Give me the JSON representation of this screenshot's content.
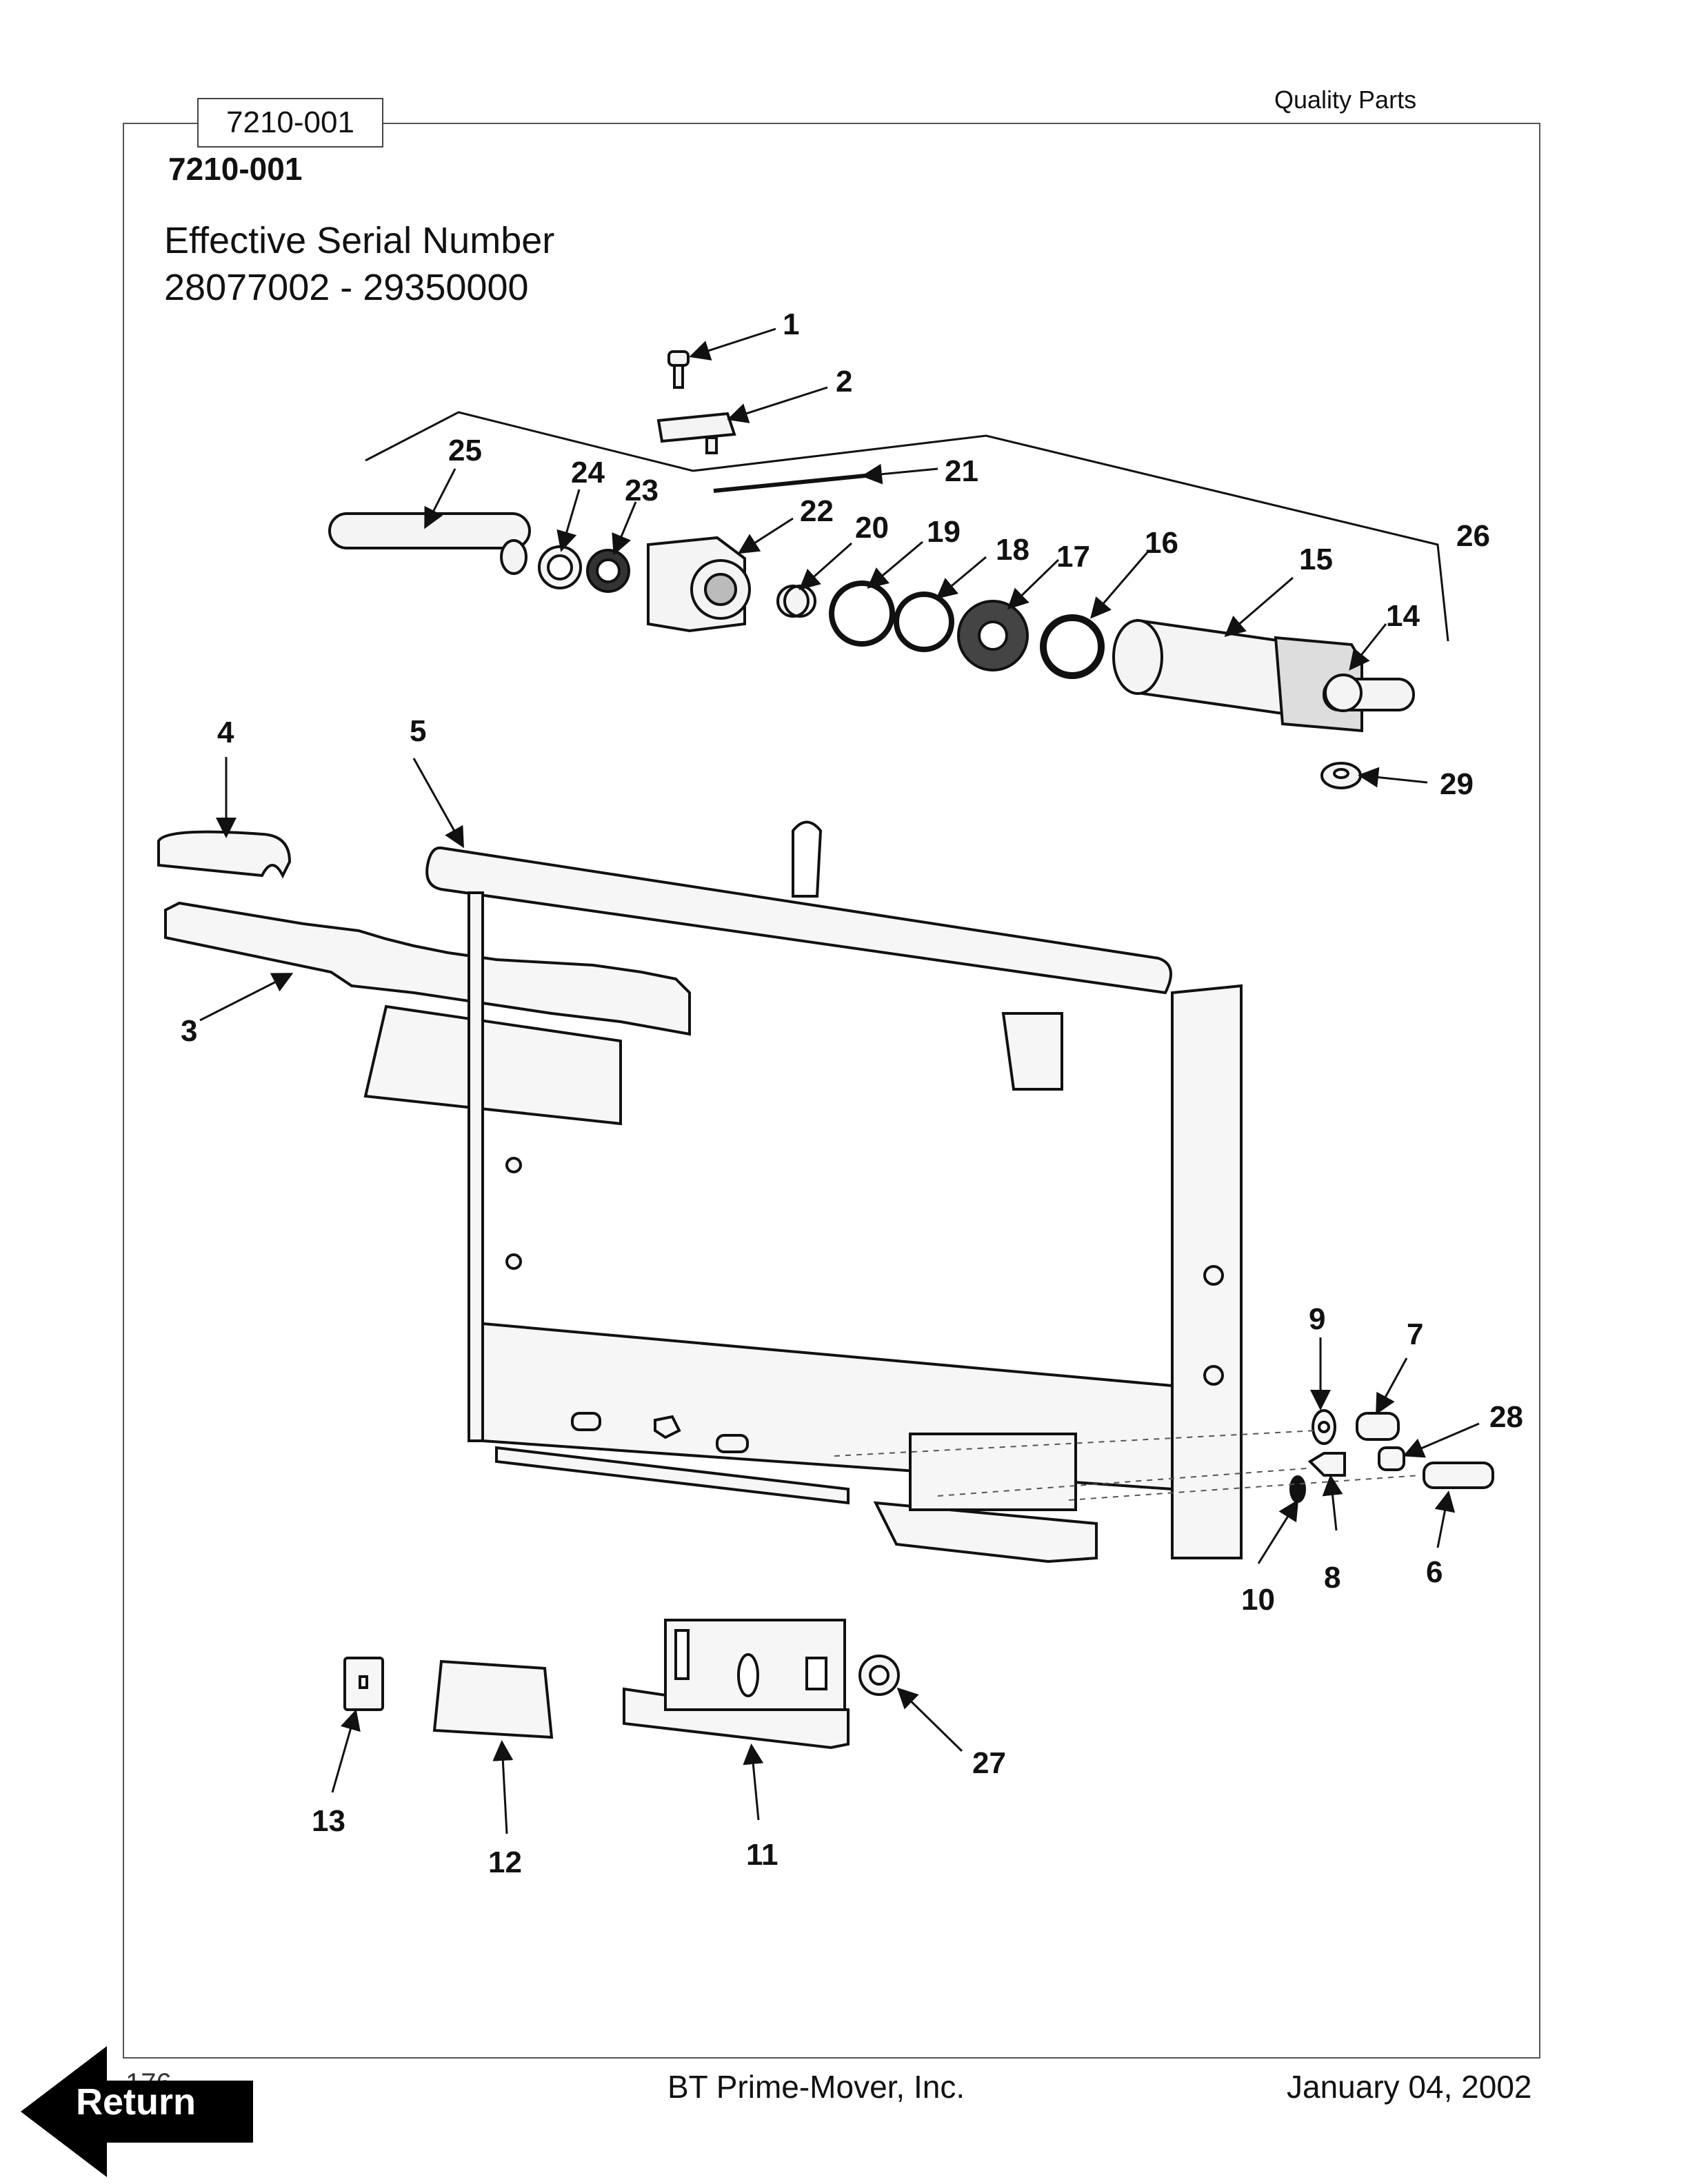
{
  "header": {
    "brand": "Quality Parts",
    "doc_tab": "7210-001",
    "doc_code": "7210-001",
    "serial_label": "Effective Serial Number",
    "serial_range": "28077002 - 29350000"
  },
  "diagram": {
    "callouts": [
      {
        "id": "callout-1",
        "text": "1"
      },
      {
        "id": "callout-2",
        "text": "2"
      },
      {
        "id": "callout-3",
        "text": "3"
      },
      {
        "id": "callout-4",
        "text": "4"
      },
      {
        "id": "callout-5",
        "text": "5"
      },
      {
        "id": "callout-6",
        "text": "6"
      },
      {
        "id": "callout-7",
        "text": "7"
      },
      {
        "id": "callout-8",
        "text": "8"
      },
      {
        "id": "callout-9",
        "text": "9"
      },
      {
        "id": "callout-10",
        "text": "10"
      },
      {
        "id": "callout-11",
        "text": "11"
      },
      {
        "id": "callout-12",
        "text": "12"
      },
      {
        "id": "callout-13",
        "text": "13"
      },
      {
        "id": "callout-14",
        "text": "14"
      },
      {
        "id": "callout-15",
        "text": "15"
      },
      {
        "id": "callout-16",
        "text": "16"
      },
      {
        "id": "callout-17",
        "text": "17"
      },
      {
        "id": "callout-18",
        "text": "18"
      },
      {
        "id": "callout-19",
        "text": "19"
      },
      {
        "id": "callout-20",
        "text": "20"
      },
      {
        "id": "callout-21",
        "text": "21"
      },
      {
        "id": "callout-22",
        "text": "22"
      },
      {
        "id": "callout-23",
        "text": "23"
      },
      {
        "id": "callout-24",
        "text": "24"
      },
      {
        "id": "callout-25",
        "text": "25"
      },
      {
        "id": "callout-26",
        "text": "26"
      },
      {
        "id": "callout-27",
        "text": "27"
      },
      {
        "id": "callout-28",
        "text": "28"
      },
      {
        "id": "callout-29",
        "text": "29"
      }
    ]
  },
  "footer": {
    "page_number": "176",
    "company": "BT Prime-Mover, Inc.",
    "date": "January 04, 2002",
    "return_label": "Return"
  }
}
